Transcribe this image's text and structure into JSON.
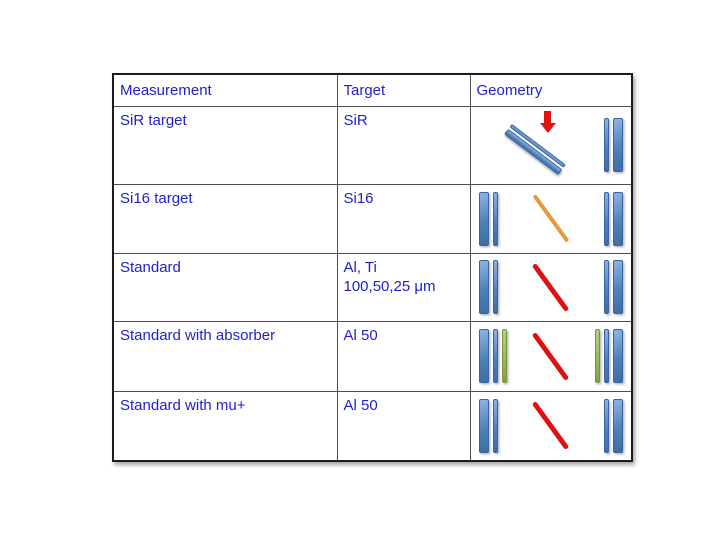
{
  "table": {
    "headers": [
      {
        "label": "Measurement"
      },
      {
        "label": "Target"
      },
      {
        "label": "Geometry"
      }
    ],
    "rows": [
      {
        "measurement": "SiR target",
        "target": "SiR",
        "geometry": {
          "beam_arrow": true,
          "tilted_target_bars": [
            "thin-blue",
            "thick-blue"
          ],
          "left_bars": [],
          "line": null,
          "right_bars": [
            "blue-thin",
            "blue-thick"
          ]
        }
      },
      {
        "measurement": "Si16 target",
        "target": "Si16",
        "geometry": {
          "beam_arrow": false,
          "left_bars": [
            "blue-thick",
            "blue-thin"
          ],
          "line": "orange",
          "right_bars": [
            "blue-thin",
            "blue-thick"
          ]
        }
      },
      {
        "measurement": "Standard",
        "target": "Al, Ti\n100,50,25 μm",
        "geometry": {
          "beam_arrow": false,
          "left_bars": [
            "blue-thick",
            "blue-thin"
          ],
          "line": "red",
          "right_bars": [
            "blue-thin",
            "blue-thick"
          ]
        }
      },
      {
        "measurement": "Standard with absorber",
        "target": "Al 50",
        "geometry": {
          "beam_arrow": false,
          "left_bars": [
            "blue-thick",
            "blue-thin",
            "green-thin"
          ],
          "line": "red",
          "right_bars": [
            "green-thin",
            "blue-thin",
            "blue-thick"
          ]
        }
      },
      {
        "measurement": "Standard with mu+",
        "target": "Al 50",
        "geometry": {
          "beam_arrow": false,
          "left_bars": [
            "blue-thick",
            "blue-thin"
          ],
          "line": "red",
          "right_bars": [
            "blue-thin",
            "blue-thick"
          ]
        }
      }
    ]
  },
  "colors": {
    "text": "#2121CC",
    "border_outer": "#1C1C1C",
    "border_inner": "#4D4D4D",
    "bar_blue": "#4F81BD",
    "bar_blue_light": "#8FB3E0",
    "bar_blue_dark": "#3E6CA3",
    "bar_blue_border": "#3A64A0",
    "bar_green": "#9BBB59",
    "bar_green_light": "#B6CE85",
    "bar_green_dark": "#82A03E",
    "bar_green_border": "#77933C",
    "line_red": "#E01111",
    "line_orange": "#E69A3C",
    "arrow_red": "#E01111"
  }
}
